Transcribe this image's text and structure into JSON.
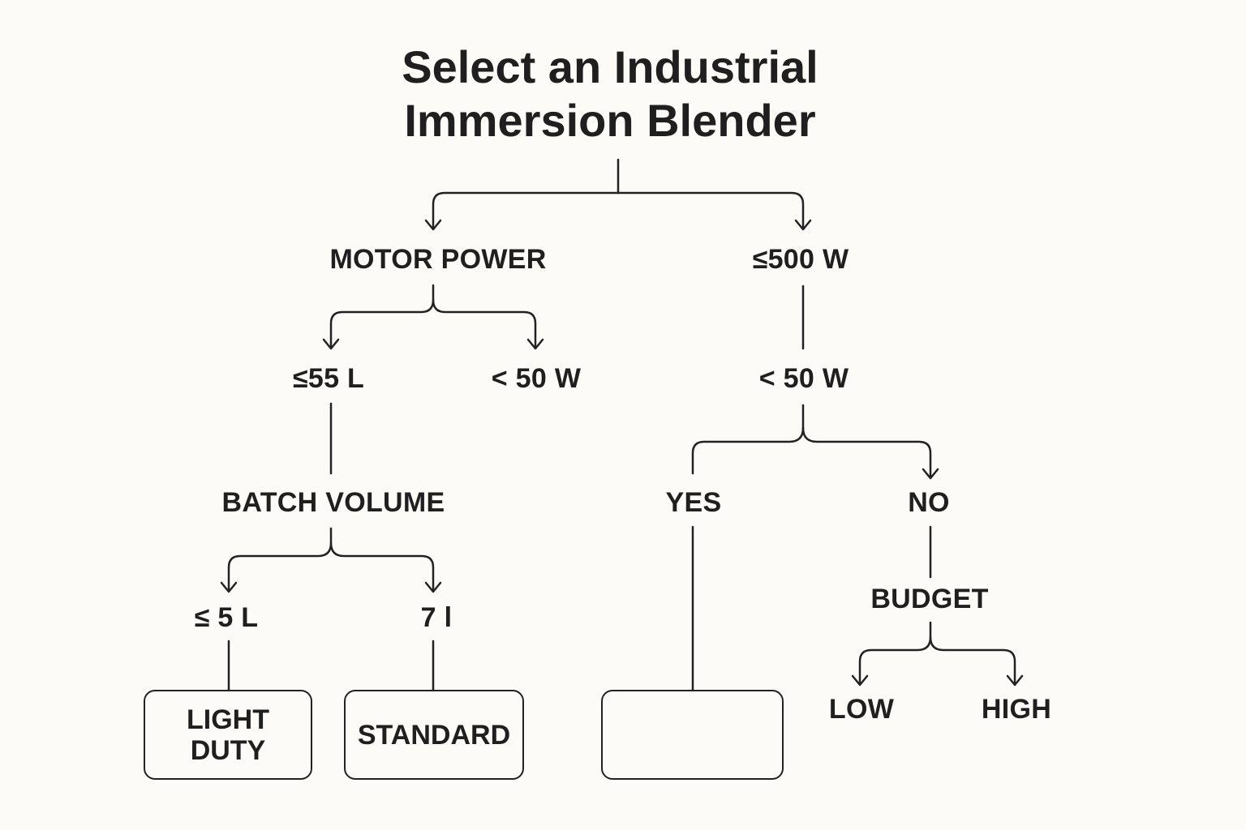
{
  "title": {
    "line1": "Select an Industrial",
    "line2": "Immersion Blender"
  },
  "nodes": {
    "motor_power": "MOTOR POWER",
    "le_500w": "≤500 W",
    "le_55l": "≤55 L",
    "lt_50w_left": "< 50 W",
    "lt_50w_right": "< 50 W",
    "batch_volume": "BATCH VOLUME",
    "yes": "YES",
    "no": "NO",
    "le_5l": "≤ 5 L",
    "seven_l": "7 l",
    "budget": "BUDGET",
    "low": "LOW",
    "high": "HIGH"
  },
  "boxes": {
    "light_duty": "LIGHT\nDUTY",
    "standard": "STANDARD",
    "empty": ""
  }
}
